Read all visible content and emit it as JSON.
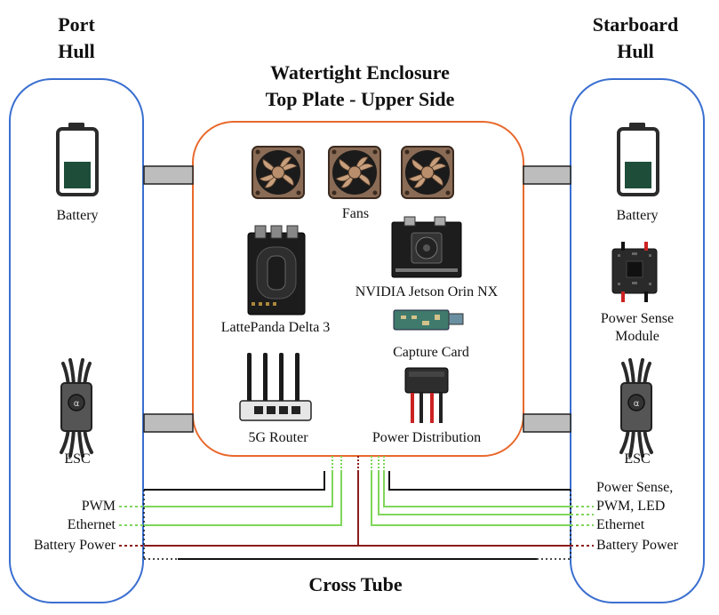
{
  "titles": {
    "port_line1": "Port",
    "port_line2": "Hull",
    "starboard_line1": "Starboard",
    "starboard_line2": "Hull",
    "enclosure_line1": "Watertight Enclosure",
    "enclosure_line2": "Top Plate - Upper Side",
    "cross_tube": "Cross Tube"
  },
  "port": {
    "battery": "Battery",
    "esc": "ESC"
  },
  "starboard": {
    "battery": "Battery",
    "power_sense_line1": "Power Sense",
    "power_sense_line2": "Module",
    "esc": "ESC"
  },
  "enclosure": {
    "fans": "Fans",
    "jetson": "NVIDIA Jetson Orin NX",
    "lattepanda": "LattePanda Delta 3",
    "capture_card": "Capture Card",
    "router": "5G Router",
    "power_distribution": "Power Distribution"
  },
  "signals_left": {
    "pwm": "PWM",
    "ethernet": "Ethernet",
    "battery_power": "Battery Power"
  },
  "signals_right": {
    "power_sense_line1": "Power Sense,",
    "power_sense_line2": "PWM, LED",
    "ethernet": "Ethernet",
    "battery_power": "Battery Power"
  },
  "colors": {
    "hull_outline": "#3a6fd0",
    "enclosure_outline": "#e8692c",
    "signal_green": "#7fd65a",
    "power_red": "#8b1c1c",
    "connector_gray": "#bdbdbd",
    "battery_fill": "#1e4d3a"
  },
  "icons": {
    "battery": "battery-icon",
    "esc": "esc-icon",
    "fan": "fan-icon",
    "computer_board": "board-icon",
    "router": "router-icon",
    "power_module": "power-module-icon",
    "capture": "capture-card-icon",
    "power_dist": "power-distribution-icon"
  }
}
